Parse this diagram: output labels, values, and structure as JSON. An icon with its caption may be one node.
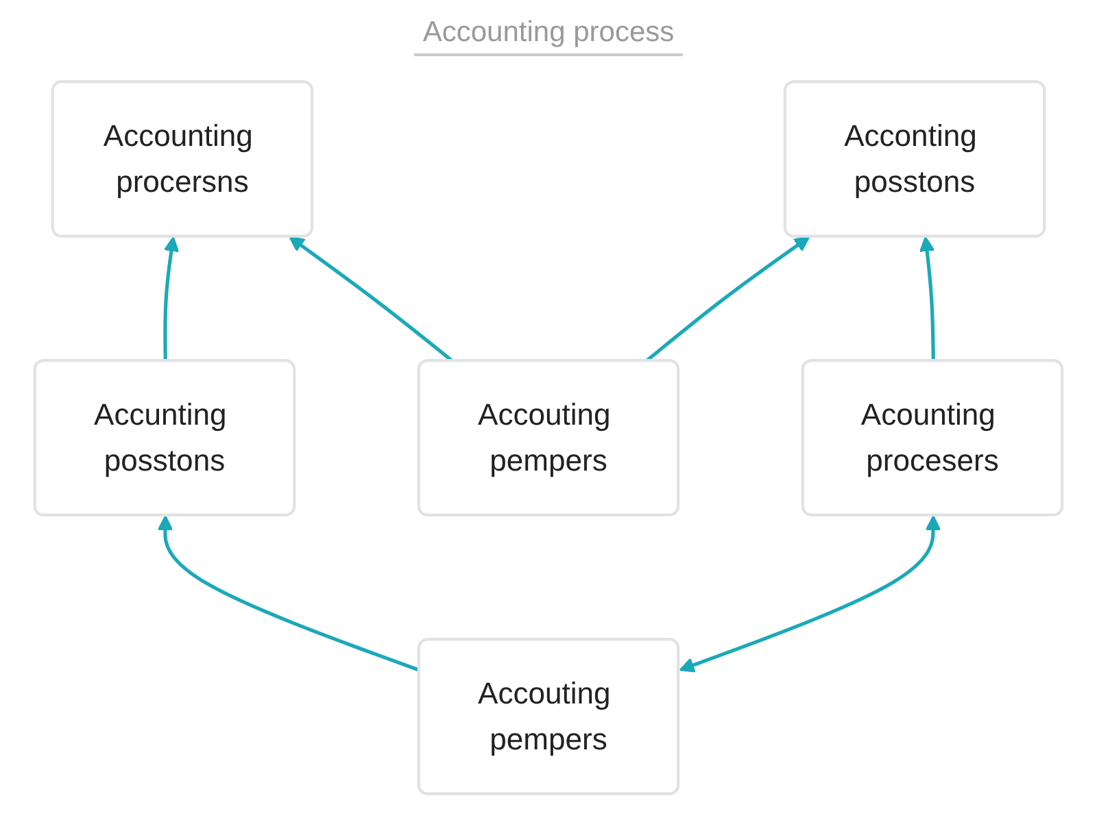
{
  "diagram": {
    "title": "Accounting process",
    "nodes": [
      {
        "text": [
          "Accounting procersns"
        ]
      },
      {
        "text": [
          "Accouting pempers"
        ]
      },
      {
        "text": [
          "Accunting posstons"
        ]
      },
      {
        "text": [
          "Accouting pempers"
        ]
      },
      {
        "text": [
          "Acconting posstons"
        ]
      },
      {
        "text": [
          "Acounting procesers"
        ]
      }
    ],
    "edges": [
      {
        "from": 1,
        "to": 0,
        "arrow": "to"
      },
      {
        "from": 2,
        "to": 0,
        "arrow": "to"
      },
      {
        "from": 1,
        "to": 4,
        "arrow": "to"
      },
      {
        "from": 3,
        "to": 2,
        "arrow": "to"
      },
      {
        "from": 3,
        "to": 5,
        "arrow": "both"
      },
      {
        "from": 5,
        "to": 4,
        "arrow": "to"
      }
    ]
  }
}
